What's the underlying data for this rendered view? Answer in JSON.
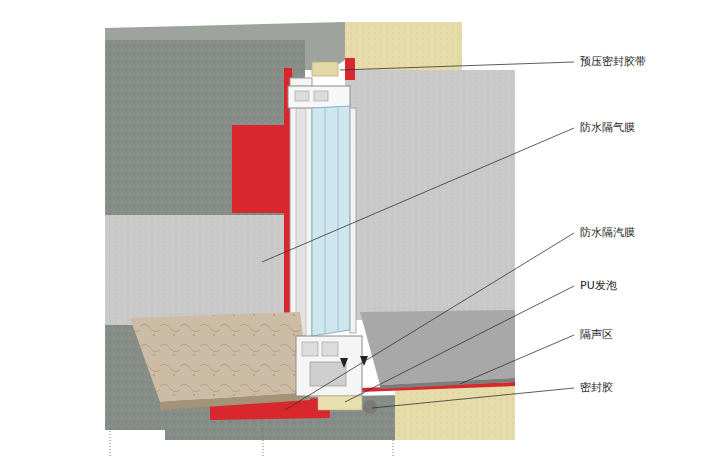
{
  "diagram": {
    "labels": [
      "预压密封胶带",
      "防水隔气膜",
      "防水隔汽膜",
      "PU发泡",
      "隔声区",
      "密封胶"
    ]
  }
}
